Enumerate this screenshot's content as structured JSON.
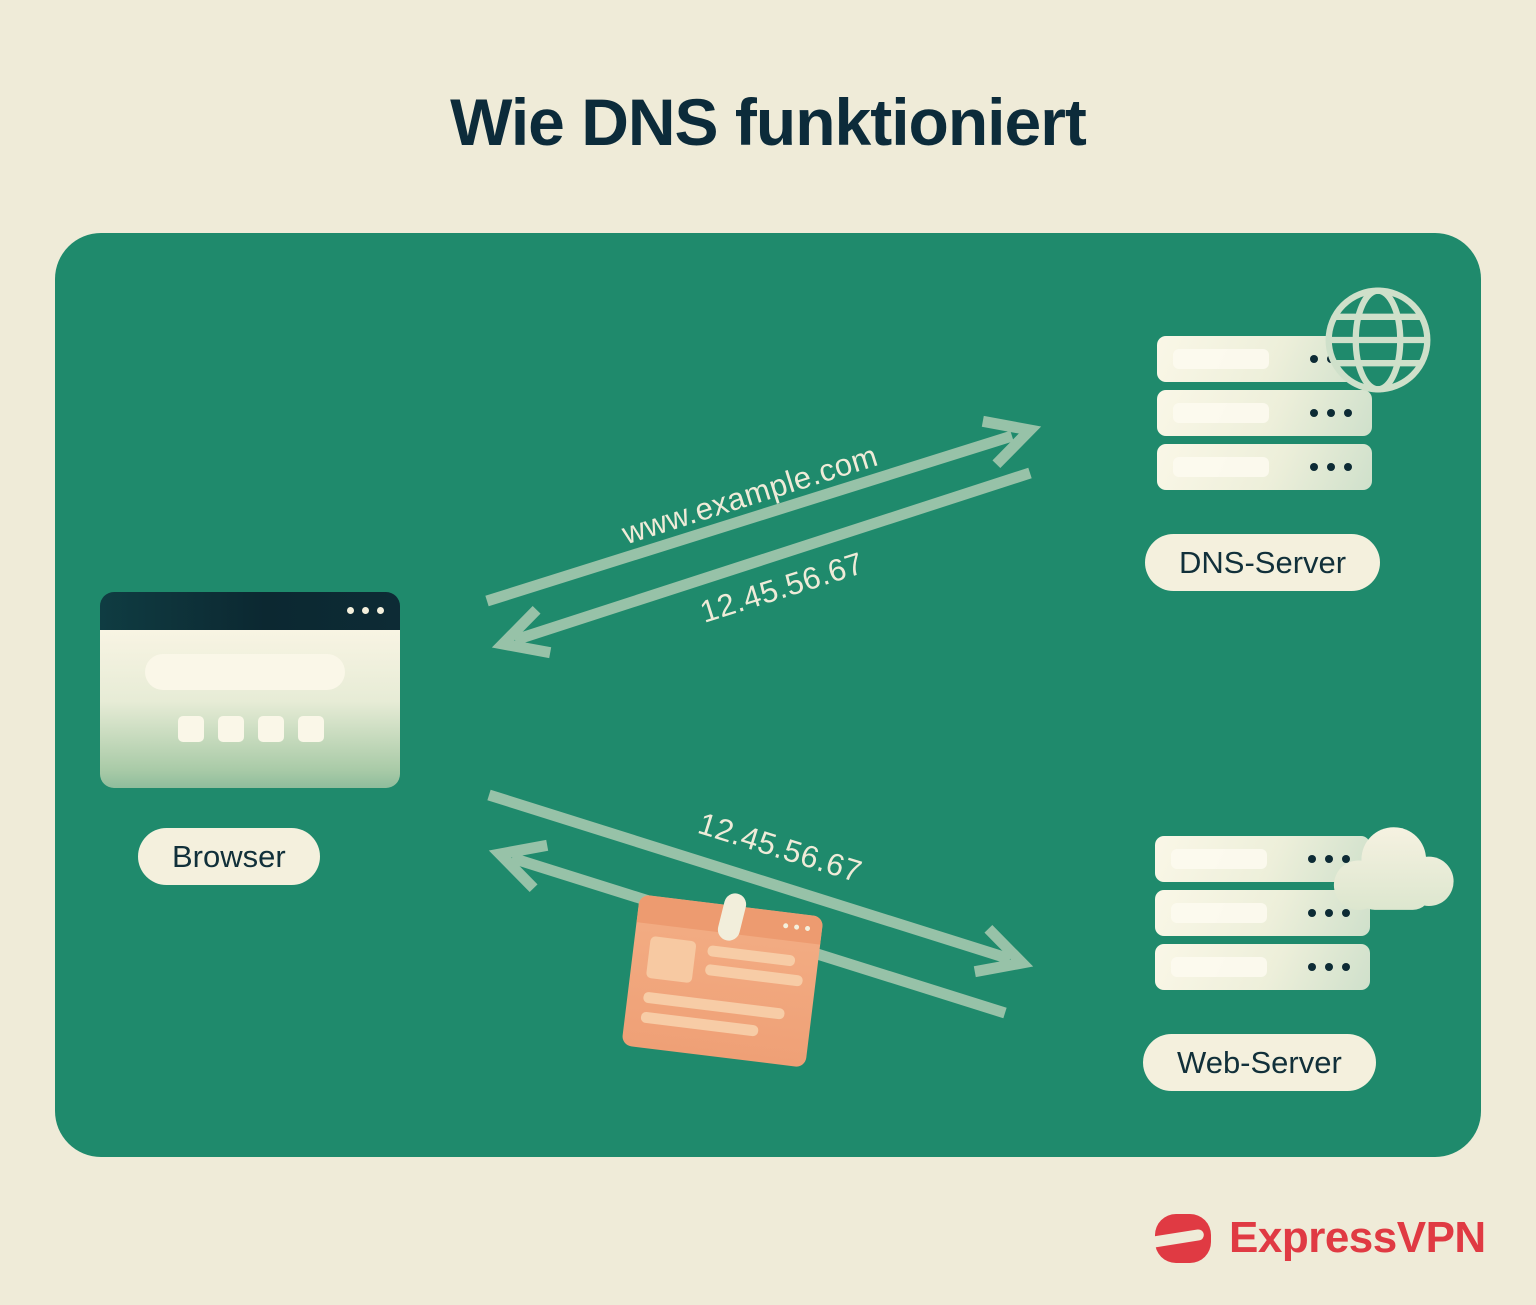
{
  "title": "Wie DNS funktioniert",
  "nodes": {
    "browser": {
      "label": "Browser"
    },
    "dns_server": {
      "label": "DNS-Server"
    },
    "web_server": {
      "label": "Web-Server"
    }
  },
  "flows": {
    "dns_request": "www.example.com",
    "dns_response": "12.45.56.67",
    "web_response": "12.45.56.67"
  },
  "brand": {
    "name": "ExpressVPN"
  },
  "colors": {
    "background": "#EFEBD8",
    "panel": "#1F8A6C",
    "title_text": "#0C2B3A",
    "arrow": "#97C2A8",
    "cream": "#F4F0DD",
    "label_text": "#11303A",
    "accent_red": "#E03A43",
    "orange": "#F2A47E",
    "dark_navy": "#0D2B35"
  }
}
